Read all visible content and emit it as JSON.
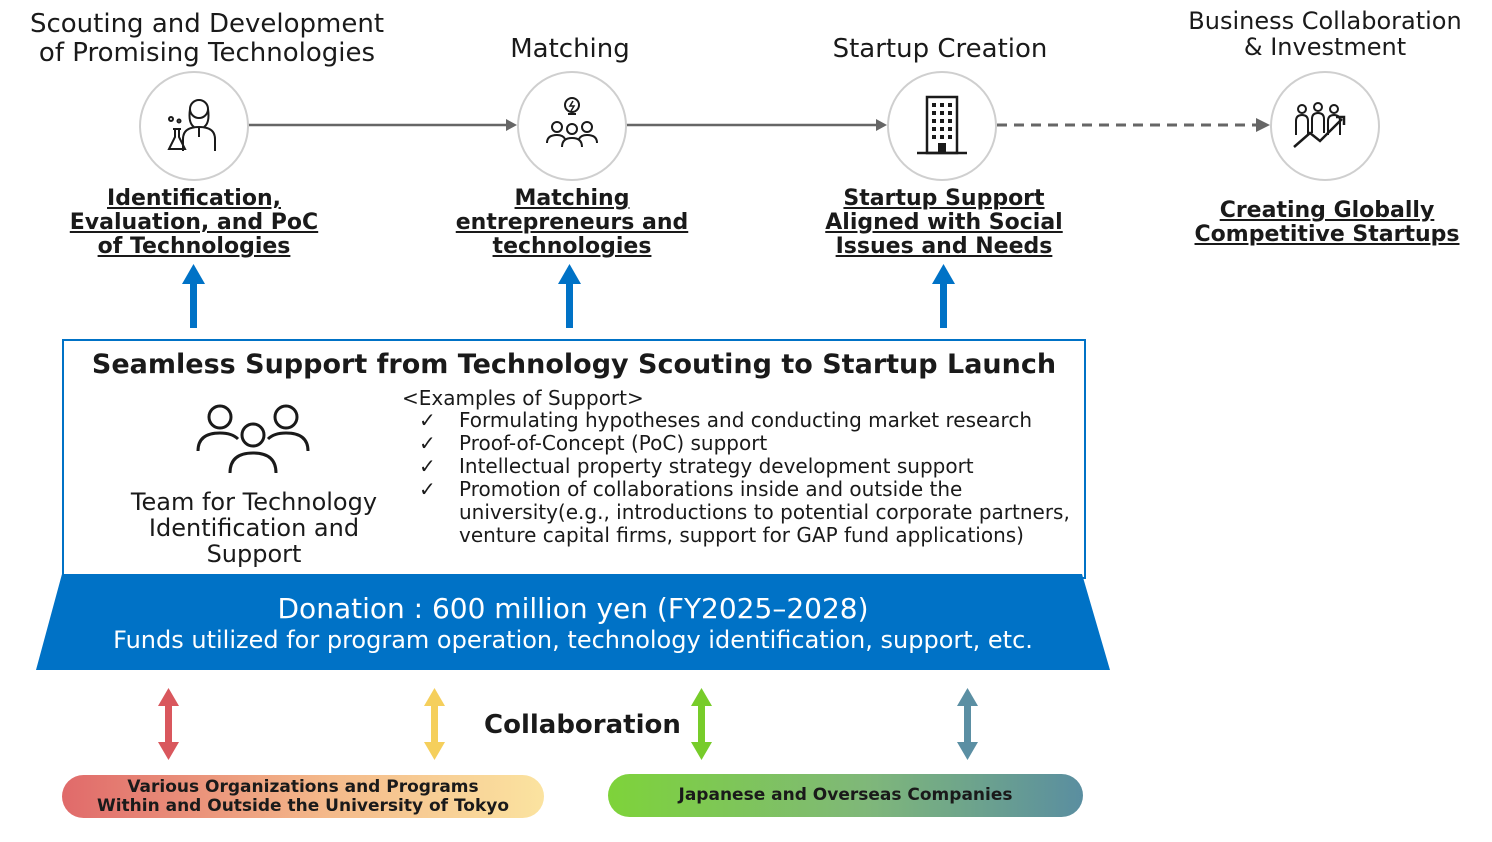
{
  "stages": [
    {
      "title": "Scouting and Development\nof Promising Technologies",
      "subtitle": "Identification,\nEvaluation, and PoC\nof Technologies",
      "icon": "scientist-icon"
    },
    {
      "title": "Matching",
      "subtitle": "Matching\nentrepreneurs and\ntechnologies",
      "icon": "idea-people-icon"
    },
    {
      "title": "Startup Creation",
      "subtitle": "Startup Support\nAligned with Social\nIssues and Needs",
      "icon": "building-icon"
    },
    {
      "title": "Business Collaboration\n& Investment",
      "subtitle": "Creating Globally\nCompetitive Startups",
      "icon": "growth-people-icon"
    }
  ],
  "support": {
    "title": "Seamless Support from Technology Scouting to Startup Launch",
    "team_label": "Team for Technology\nIdentification and\nSupport",
    "examples_heading": "<Examples of Support>",
    "check": "✓",
    "examples": [
      "Formulating hypotheses and conducting market research",
      "Proof-of-Concept (PoC) support",
      "Intellectual property strategy development support",
      "Promotion of collaborations inside and outside the university(e.g., introductions to potential corporate partners, venture capital firms, support for GAP fund applications)"
    ]
  },
  "donation": {
    "line1": "Donation : 600 million yen (FY2025–2028)",
    "line2": "Funds utilized for program operation, technology identification, support, etc."
  },
  "collaboration": {
    "label": "Collaboration",
    "partner_1": "Various Organizations and Programs\nWithin and Outside the University of Tokyo",
    "partner_2": "Japanese and Overseas Companies"
  },
  "colors": {
    "accent_blue": "#0072c6",
    "arrow_red": "#d9575d",
    "arrow_yellow": "#f5cf5c",
    "arrow_green": "#77cc2a",
    "arrow_teal": "#5b8fa3"
  }
}
